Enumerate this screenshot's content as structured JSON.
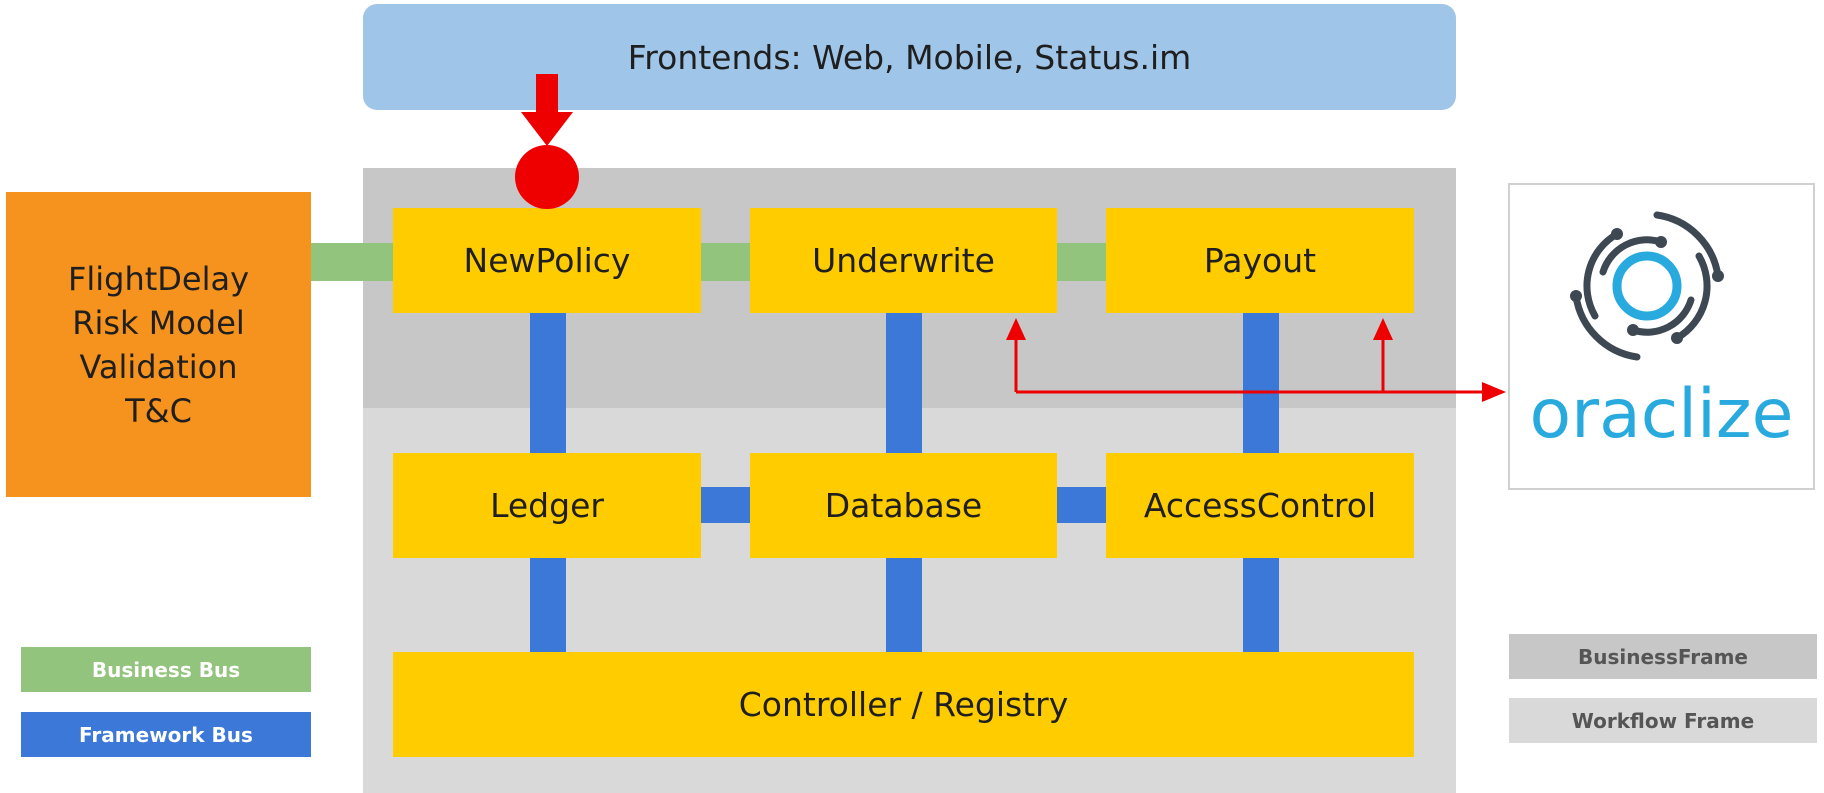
{
  "frontends": {
    "label": "Frontends: Web, Mobile, Status.im"
  },
  "business_components": [
    {
      "label": "NewPolicy"
    },
    {
      "label": "Underwrite"
    },
    {
      "label": "Payout"
    }
  ],
  "framework_components": [
    {
      "label": "Ledger"
    },
    {
      "label": "Database"
    },
    {
      "label": "AccessControl"
    }
  ],
  "controller": {
    "label": "Controller / Registry"
  },
  "risk_model": {
    "lines": [
      "FlightDelay",
      "Risk Model",
      "Validation",
      "T&C"
    ]
  },
  "legend_left": [
    {
      "label": "Business Bus",
      "color": "#93c47d"
    },
    {
      "label": "Framework Bus",
      "color": "#3c78d8"
    }
  ],
  "legend_right": [
    {
      "label": "BusinessFrame",
      "color": "#c7c7c7"
    },
    {
      "label": "Workflow Frame",
      "color": "#d9d9d9"
    }
  ],
  "oracle": {
    "logo_text": "oraclize",
    "icon": "oraclize-logo-icon"
  },
  "colors": {
    "component": "#ffcc00",
    "risk_model": "#f6931f",
    "frontends": "#9fc5e8",
    "arrow": "#ee0000",
    "oracle": "#29aadf"
  }
}
